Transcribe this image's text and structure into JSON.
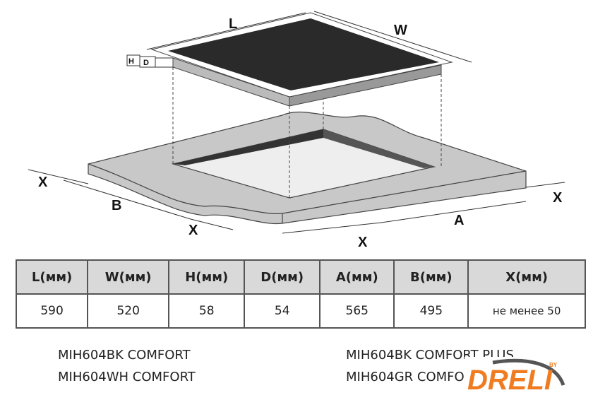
{
  "diagram": {
    "labels": {
      "L": "L",
      "W": "W",
      "H": "H",
      "D": "D",
      "X_left": "X",
      "B": "B",
      "X_front_left": "X",
      "X_front": "X",
      "A": "A",
      "X_right": "X"
    }
  },
  "table": {
    "headers": [
      "L(мм)",
      "W(мм)",
      "H(мм)",
      "D(мм)",
      "A(мм)",
      "B(мм)",
      "X(мм)"
    ],
    "values": [
      "590",
      "520",
      "58",
      "54",
      "565",
      "495",
      "не менее 50"
    ]
  },
  "models": {
    "left": [
      "MIH604BK COMFORT",
      "MIH604WH COMFORT"
    ],
    "right": [
      "MIH604BK COMFORT PLUS",
      "MIH604GR COMFORT"
    ]
  },
  "logo": {
    "text": "DRELI",
    "by": "BY",
    "color": "#f07c22"
  }
}
